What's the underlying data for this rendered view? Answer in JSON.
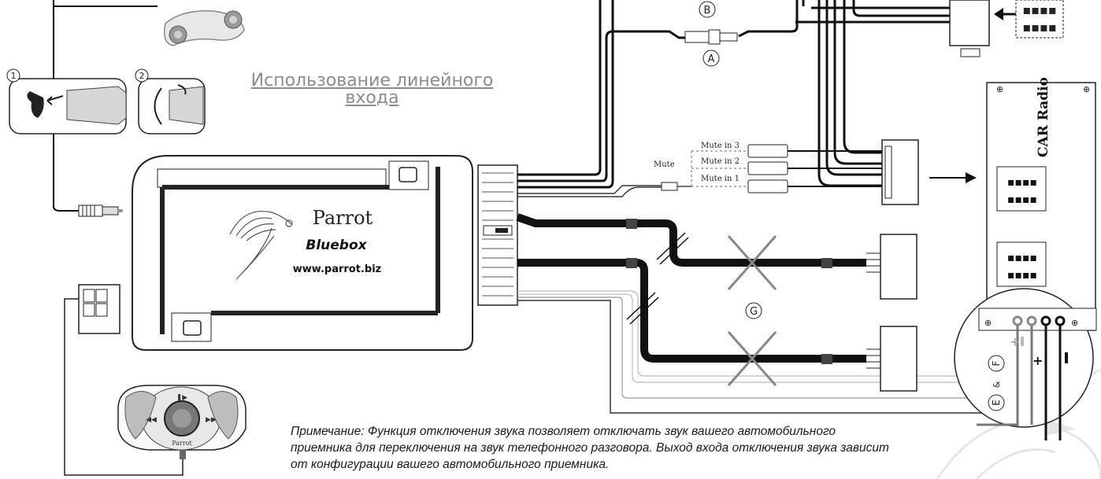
{
  "line_input_link": [
    "Использование линейного",
    "входа"
  ],
  "step_numbers": [
    "1",
    "2"
  ],
  "brand": {
    "name": "Parrot",
    "product": "Bluebox",
    "url": "www.parrot.biz"
  },
  "remote_brand": "Parrot",
  "connectors": {
    "a": "A",
    "b": "B",
    "g": "G",
    "e": "E",
    "f": "F",
    "amp": "&"
  },
  "mute": {
    "label": "Mute",
    "in3": "Mute in 3",
    "in2": "Mute in 2",
    "in1": "Mute in 1"
  },
  "car_radio_label": "CAR Radio",
  "note_lines": [
    "Примечание: Функция отключения звука позволяет отключать звук вашего автомобильного",
    "приемника для переключения на звук телефонного разговора. Выход входа отключения звука зависит",
    "от конфигурации вашего автомобильного приемника."
  ]
}
